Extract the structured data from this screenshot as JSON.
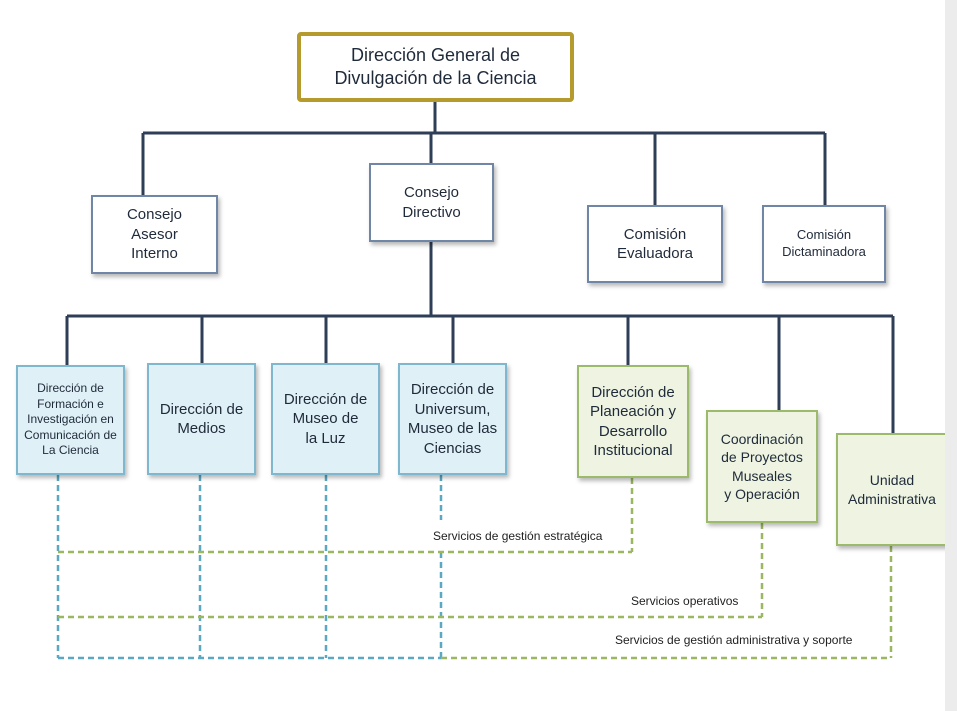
{
  "top": {
    "label": "Dirección General de\nDivulgación de la Ciencia"
  },
  "level1": [
    {
      "label": "Consejo\nAsesor\nInterno"
    },
    {
      "label": "Consejo\nDirectivo"
    },
    {
      "label": "Comisión\nEvaluadora"
    },
    {
      "label": "Comisión\nDictaminadora"
    }
  ],
  "level2": [
    {
      "label": "Dirección de\nFormación e\nInvestigación en\nComunicación de\nLa Ciencia",
      "color": "blue"
    },
    {
      "label": "Dirección de\nMedios",
      "color": "blue"
    },
    {
      "label": "Dirección de\nMuseo de\nla Luz",
      "color": "blue"
    },
    {
      "label": "Dirección de\nUniversum,\nMuseo de las\nCiencias",
      "color": "blue"
    },
    {
      "label": "Dirección de\nPlaneación y\nDesarrollo\nInstitucional",
      "color": "green"
    },
    {
      "label": "Coordinación\nde Proyectos\nMuseales\ny Operación",
      "color": "green"
    },
    {
      "label": "Unidad\nAdministrativa",
      "color": "green"
    }
  ],
  "services": [
    {
      "label": "Servicios de gestión estratégica"
    },
    {
      "label": "Servicios operativos"
    },
    {
      "label": "Servicios de gestión administrativa y soporte"
    }
  ],
  "colors": {
    "connector": "#2f3e57",
    "dashed_blue": "#5aa8c2",
    "dashed_green": "#9bb761",
    "top_border": "#b59a2e"
  }
}
